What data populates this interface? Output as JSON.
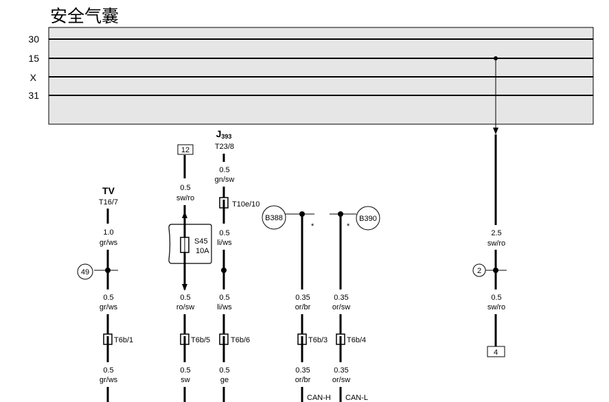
{
  "title": "安全气囊",
  "rails": [
    "30",
    "15",
    "X",
    "31"
  ],
  "components": {
    "tv": {
      "name": "TV",
      "pin": "T16/7"
    },
    "j393": {
      "name": "J",
      "sub": "393",
      "pin": "T23/8"
    },
    "s45": {
      "name": "S45",
      "rating": "10A"
    },
    "b388": "B388",
    "b390": "B390"
  },
  "refs": {
    "r12": "12",
    "r49": "49",
    "r2": "2",
    "r4": "4"
  },
  "wires": {
    "tv_top": {
      "size": "1.0",
      "color": "gr/ws"
    },
    "tv_mid": {
      "size": "0.5",
      "color": "gr/ws"
    },
    "tv_bot": {
      "size": "0.5",
      "color": "gr/ws"
    },
    "s45_top": {
      "size": "0.5",
      "color": "sw/ro"
    },
    "s45_mid": {
      "size": "0.5",
      "color": "ro/sw"
    },
    "s45_bot": {
      "size": "0.5",
      "color": "sw"
    },
    "j_top": {
      "size": "0.5",
      "color": "gn/sw"
    },
    "j_m1": {
      "size": "0.5",
      "color": "li/ws"
    },
    "j_m2": {
      "size": "0.5",
      "color": "li/ws"
    },
    "j_bot": {
      "size": "0.5",
      "color": "ge"
    },
    "canh_mid": {
      "size": "0.35",
      "color": "or/br"
    },
    "canh_bot": {
      "size": "0.35",
      "color": "or/br"
    },
    "canl_mid": {
      "size": "0.35",
      "color": "or/sw"
    },
    "canl_bot": {
      "size": "0.35",
      "color": "or/sw"
    },
    "r_top": {
      "size": "2.5",
      "color": "sw/ro"
    },
    "r_bot": {
      "size": "0.5",
      "color": "sw/ro"
    }
  },
  "connectors": {
    "t10e10": "T10e/10",
    "t6b1": "T6b/1",
    "t6b5": "T6b/5",
    "t6b6": "T6b/6",
    "t6b3": "T6b/3",
    "t6b4": "T6b/4"
  },
  "can": {
    "high": "CAN-H",
    "low": "CAN-L"
  },
  "asterisk": "*"
}
